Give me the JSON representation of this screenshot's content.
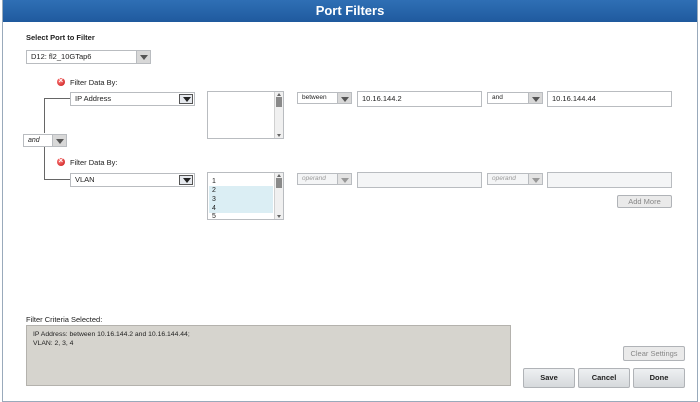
{
  "dialog": {
    "title": "Port Filters"
  },
  "port_select": {
    "label": "Select Port to Filter",
    "value": "D12: fl2_10GTap6"
  },
  "logic_operator": {
    "value": "and"
  },
  "filters": [
    {
      "label": "Filter Data By:",
      "field": "IP Address",
      "operator": "between",
      "value1": "10.16.144.2",
      "conjunction": "and",
      "value2": "10.16.144.44"
    },
    {
      "label": "Filter Data By:",
      "field": "VLAN",
      "operator": "operand",
      "value1": "",
      "conjunction": "operand",
      "value2": "",
      "list_items": [
        "1",
        "2",
        "3",
        "4",
        "5"
      ],
      "selected_items": [
        "2",
        "3",
        "4"
      ]
    }
  ],
  "add_more_label": "Add More",
  "criteria": {
    "label": "Filter Criteria Selected:",
    "line1": "IP Address: between 10.16.144.2 and 10.16.144.44;",
    "line2": "VLAN: 2, 3, 4"
  },
  "buttons": {
    "clear_settings": "Clear Settings",
    "save": "Save",
    "cancel": "Cancel",
    "done": "Done"
  }
}
